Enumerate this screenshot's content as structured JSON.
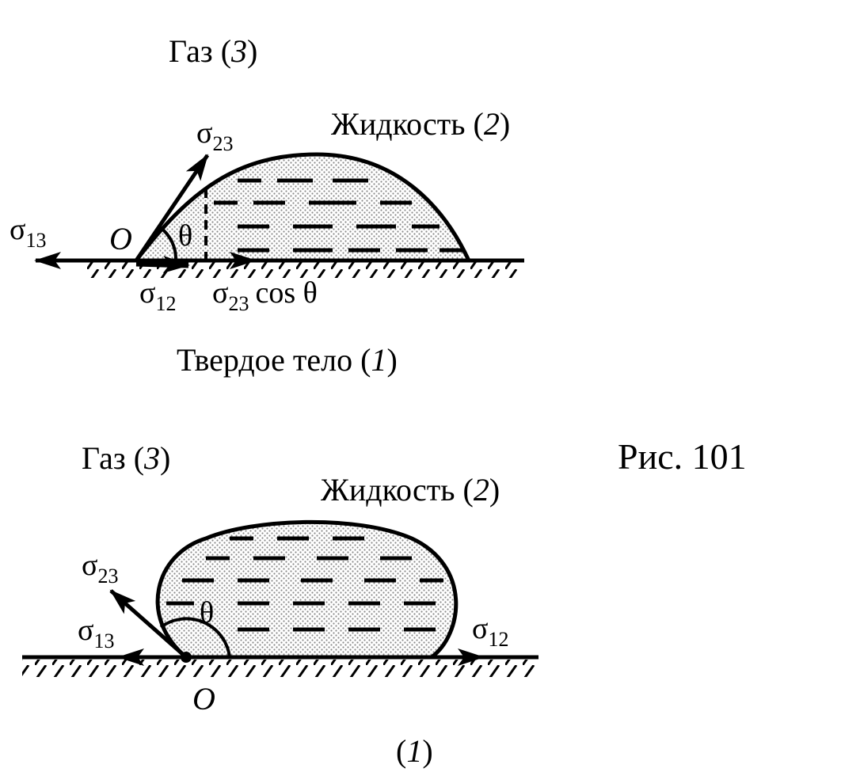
{
  "figure_caption": "Рис. 101",
  "diagrams": [
    {
      "gas_label": "Газ",
      "gas_num": "3",
      "liquid_label": "Жидкость",
      "liquid_num": "2",
      "solid_label": "Твердое тело",
      "solid_num": "1",
      "point_label": "O",
      "angle_label": "θ",
      "sigma": "σ",
      "sub_23": "23",
      "sub_13": "13",
      "sub_12": "12",
      "cos_text": "cos θ"
    },
    {
      "gas_label": "Газ",
      "gas_num": "3",
      "liquid_label": "Жидкость",
      "liquid_num": "2",
      "solid_num": "1",
      "point_label": "O",
      "angle_label": "θ",
      "sigma": "σ",
      "sub_23": "23",
      "sub_13": "13",
      "sub_12": "12"
    }
  ],
  "colors": {
    "ink": "#000000",
    "liquid_fill": "#d9d9d9",
    "background": "#ffffff"
  }
}
